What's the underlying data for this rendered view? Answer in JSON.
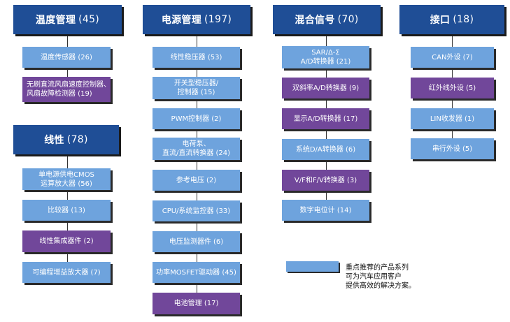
{
  "columns": {
    "temperature": {
      "header": {
        "title": "温度管理",
        "count": "(45)"
      },
      "items": [
        {
          "label": "温度传感器 (26)",
          "type": "standard"
        },
        {
          "label": "无刷直流风扇速度控制器、\n风扇故障检测器 (19)",
          "type": "highlight"
        }
      ]
    },
    "linear": {
      "header": {
        "title": "线性",
        "count": "(78)"
      },
      "items": [
        {
          "label": "单电源供电CMOS\n运算放大器 (56)",
          "type": "standard"
        },
        {
          "label": "比较器 (13)",
          "type": "standard"
        },
        {
          "label": "线性集成器件 (2)",
          "type": "highlight"
        },
        {
          "label": "可编程增益放大器 (7)",
          "type": "standard"
        }
      ]
    },
    "power": {
      "header": {
        "title": "电源管理",
        "count": "(197)"
      },
      "items": [
        {
          "label": "线性稳压器 (53)",
          "type": "standard"
        },
        {
          "label": "开关型稳压器/\n控制器 (15)",
          "type": "standard"
        },
        {
          "label": "PWM控制器 (2)",
          "type": "standard"
        },
        {
          "label": "电荷泵、\n直流/直流转换器 (24)",
          "type": "standard"
        },
        {
          "label": "参考电压 (2)",
          "type": "standard"
        },
        {
          "label": "CPU/系统监控器 (33)",
          "type": "standard"
        },
        {
          "label": "电压监测器件 (6)",
          "type": "standard"
        },
        {
          "label": "功率MOSFET驱动器 (45)",
          "type": "standard"
        },
        {
          "label": "电池管理 (17)",
          "type": "highlight"
        }
      ]
    },
    "mixed": {
      "header": {
        "title": "混合信号",
        "count": "(70)"
      },
      "items": [
        {
          "label": "SAR/Δ-Σ\nA/D转换器 (21)",
          "type": "standard"
        },
        {
          "label": "双斜率A/D转换器 (9)",
          "type": "highlight"
        },
        {
          "label": "显示A/D转换器 (17)",
          "type": "highlight"
        },
        {
          "label": "系统D/A转换器 (6)",
          "type": "standard"
        },
        {
          "label": "V/F和F/V转换器 (3)",
          "type": "highlight"
        },
        {
          "label": "数字电位计 (14)",
          "type": "standard"
        }
      ]
    },
    "interface": {
      "header": {
        "title": "接口",
        "count": "(18)"
      },
      "items": [
        {
          "label": "CAN外设 (7)",
          "type": "standard"
        },
        {
          "label": "红外线外设 (5)",
          "type": "highlight"
        },
        {
          "label": "LIN收发器 (1)",
          "type": "standard"
        },
        {
          "label": "串行外设 (5)",
          "type": "standard"
        }
      ]
    }
  },
  "legend": {
    "text": "重点推荐的产品系列\n可为汽车应用客户\n提供高效的解决方案。"
  },
  "colors": {
    "header": "#1f4e96",
    "standard": "#6ea3dd",
    "highlight": "#71479a"
  }
}
